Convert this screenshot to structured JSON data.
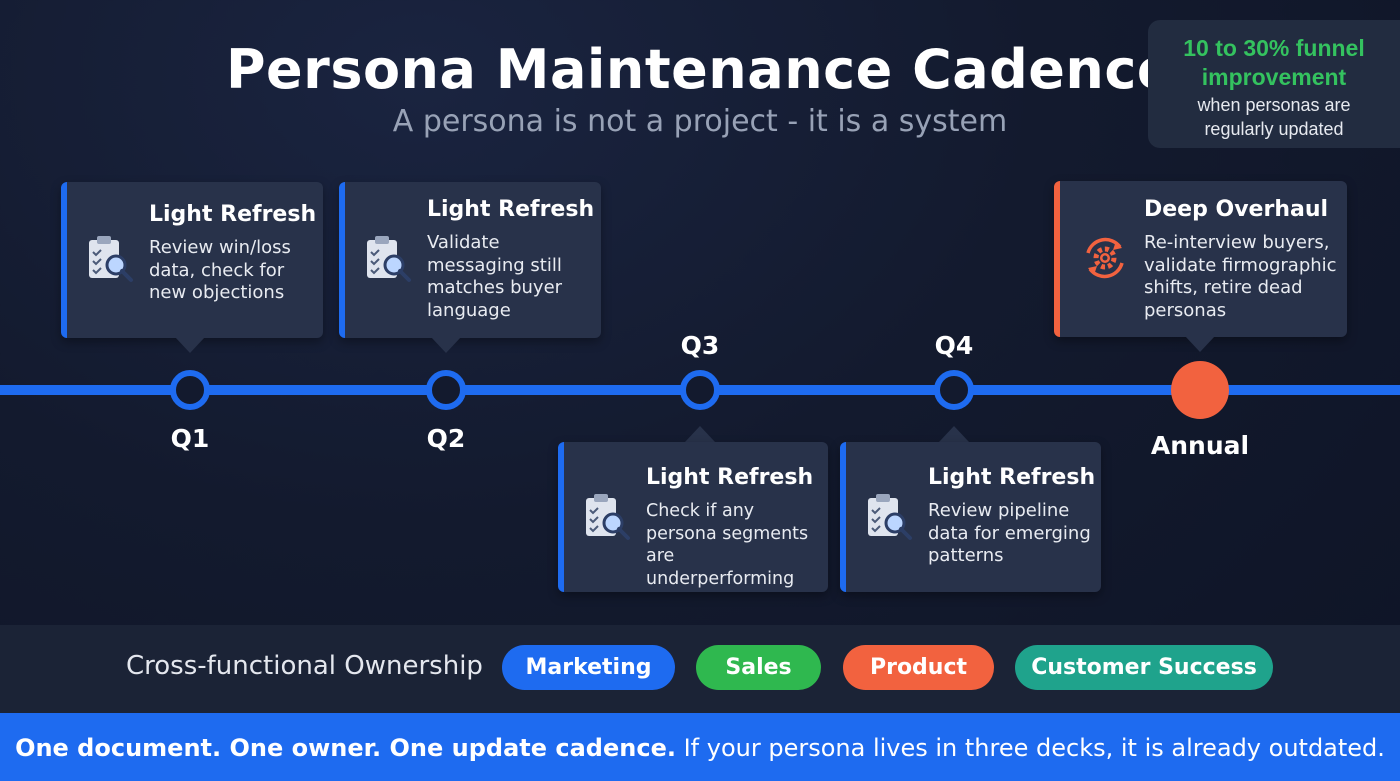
{
  "title": "Persona Maintenance Cadence",
  "subtitle": "A persona is not a project - it is a system",
  "stat": {
    "headline_line1": "10 to 30% funnel",
    "headline_line2": "improvement",
    "detail_line1": "when personas are",
    "detail_line2": "regularly updated"
  },
  "timeline": {
    "labels": [
      "Q1",
      "Q2",
      "Q3",
      "Q4",
      "Annual"
    ],
    "cards": [
      {
        "title": "Light Refresh",
        "lines": [
          "Review win/loss",
          "data, check for",
          "new objections"
        ],
        "icon": "clipboard-search-icon"
      },
      {
        "title": "Light Refresh",
        "lines": [
          "Validate",
          "messaging still",
          "matches buyer",
          "language"
        ],
        "icon": "clipboard-search-icon"
      },
      {
        "title": "Light Refresh",
        "lines": [
          "Check if any",
          "persona segments",
          "are underperforming"
        ],
        "icon": "clipboard-search-icon"
      },
      {
        "title": "Light Refresh",
        "lines": [
          "Review pipeline",
          "data for emerging",
          "patterns"
        ],
        "icon": "clipboard-search-icon"
      },
      {
        "title": "Deep Overhaul",
        "lines": [
          "Re-interview buyers,",
          "validate firmographic",
          "shifts, retire dead",
          "personas"
        ],
        "icon": "refresh-gear-icon"
      }
    ]
  },
  "ownership": {
    "label": "Cross-functional Ownership",
    "teams": [
      {
        "name": "Marketing",
        "color": "#1e6bf0"
      },
      {
        "name": "Sales",
        "color": "#2fb84f"
      },
      {
        "name": "Product",
        "color": "#f2623f"
      },
      {
        "name": "Customer Success",
        "color": "#1fa38c"
      }
    ]
  },
  "footer": {
    "bold": "One document. One owner. One update cadence.",
    "rest": " If your persona lives in three decks, it is already outdated."
  },
  "colors": {
    "accent_blue": "#1e6bf0",
    "accent_orange": "#f2623f",
    "accent_green": "#34c25f",
    "card_bg": "#28324a"
  }
}
